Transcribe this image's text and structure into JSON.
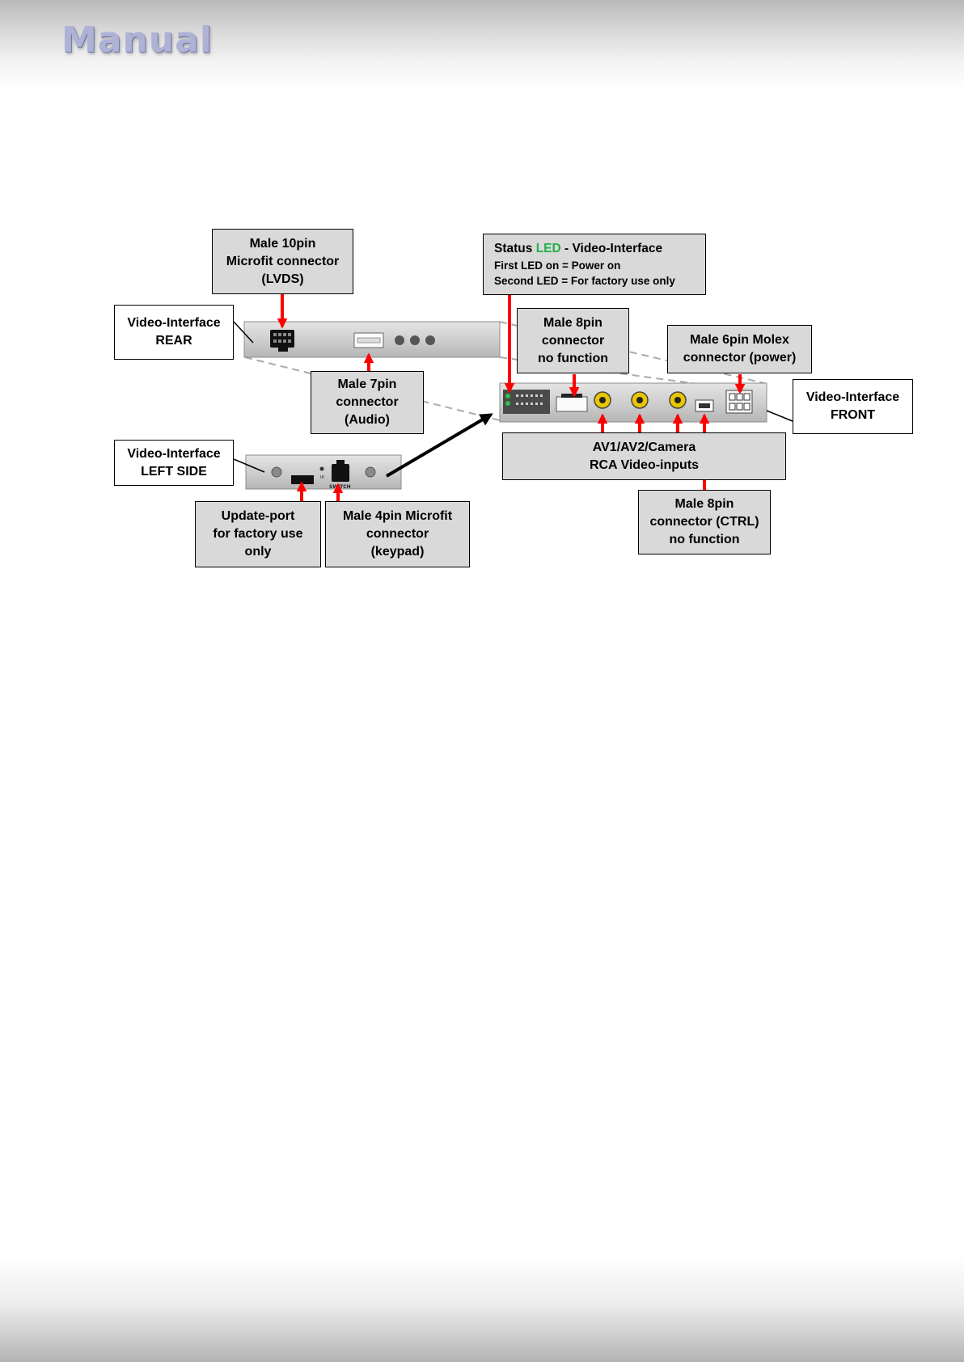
{
  "header": {
    "logo_text": "Manual"
  },
  "labels": {
    "rear_title": [
      "Video-Interface",
      "REAR"
    ],
    "lvds": [
      "Male 10pin",
      "Microfit connector",
      "(LVDS)"
    ],
    "audio": [
      "Male 7pin",
      "connector",
      "(Audio)"
    ],
    "left_title": [
      "Video-Interface",
      "LEFT SIDE"
    ],
    "update_port": [
      "Update-port",
      "for factory use",
      "only"
    ],
    "keypad": [
      "Male 4pin Microfit",
      "connector",
      "(keypad)"
    ],
    "status_led": {
      "prefix": "Status ",
      "led_word": "LED",
      "suffix": " - Video-Interface",
      "line2": "First LED on = Power on",
      "line3": "Second LED = For factory use only"
    },
    "male8_top": [
      "Male 8pin",
      "connector",
      "no function"
    ],
    "molex6": [
      "Male 6pin Molex",
      "connector (power)"
    ],
    "front_title": [
      "Video-Interface",
      "FRONT"
    ],
    "av_inputs": [
      "AV1/AV2/Camera",
      "RCA Video-inputs"
    ],
    "ctrl8": [
      "Male 8pin",
      "connector (CTRL)",
      "no function"
    ]
  },
  "device_markings": {
    "left_switch": "SWITCH",
    "left_ir": "IR"
  },
  "colors": {
    "arrow": "#ff0000",
    "led_green": "#22b04b",
    "label_fill": "#d9d9d9"
  }
}
